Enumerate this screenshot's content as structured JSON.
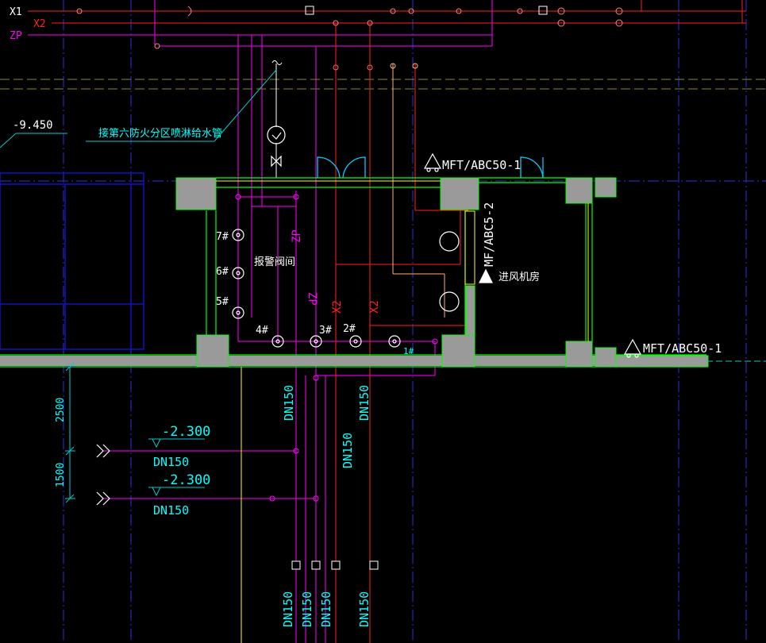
{
  "line_labels": {
    "x1": "X1",
    "x2": "X2",
    "zp": "ZP"
  },
  "labels": {
    "elev_top": "-9.450",
    "pipe_note": "接第六防火分区喷淋给水管",
    "ext_1": "MFT/ABC50-1",
    "ext_2": "MFT/ABC50-1",
    "ext_3": "MF/ABC5-2",
    "room_alarm": "报警阀间",
    "room_fan": "进风机房",
    "riser_zp_1": "ZP",
    "riser_zp_2": "ZP",
    "riser_x2_1": "X2",
    "riser_x2_2": "X2",
    "valve_7": "7#",
    "valve_6": "6#",
    "valve_5": "5#",
    "valve_4": "4#",
    "valve_3": "3#",
    "valve_2": "2#",
    "valve_1": "1#",
    "dim_2500": "2500",
    "dim_1500": "1500",
    "elev_1": "-2.300",
    "elev_2": "-2.300",
    "dn_h1": "DN150",
    "dn_h2": "DN150",
    "dn_v1": "DN150",
    "dn_v2": "DN150",
    "dn_v3": "DN150",
    "dn_b1": "DN150",
    "dn_b2": "DN150",
    "dn_b3": "DN150",
    "dn_b4": "DN150"
  },
  "colors": {
    "background": "#000000",
    "wall": "#00ff00",
    "wall_fill": "#9a9a9a",
    "sprinkler_pipe": "#ff00ff",
    "hydrant_pipe": "#ff2020",
    "annotation": "#00ffff",
    "outline": "#ffffff",
    "axis": "#3a3aff",
    "yellow": "#ffff00",
    "orange_pipe": "#ffb080"
  }
}
